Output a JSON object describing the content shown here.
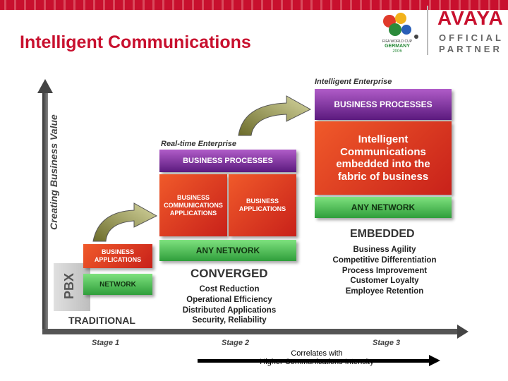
{
  "header": {
    "title": "Intelligent Communications",
    "brand": "AVAYA",
    "partner_line1": "OFFICIAL",
    "partner_line2": "PARTNER",
    "event_line1": "FIFA WORLD CUP",
    "event_line2": "GERMANY",
    "event_year": "2006"
  },
  "colors": {
    "accent": "#c8102e",
    "red_box": "#e0401f",
    "green_box": "#3fae4a",
    "purple_box": "#7a2a9c"
  },
  "axis": {
    "y_label": "Creating Business Value",
    "stages": [
      "Stage 1",
      "Stage 2",
      "Stage 3"
    ],
    "pbx": "PBX"
  },
  "traditional": {
    "apps": "BUSINESS APPLICATIONS",
    "network": "NETWORK",
    "label": "TRADITIONAL"
  },
  "converged": {
    "enterprise": "Real-time Enterprise",
    "processes": "BUSINESS PROCESSES",
    "comm_apps": "BUSINESS COMMUNICATIONS APPLICATIONS",
    "biz_apps": "BUSINESS APPLICATIONS",
    "network": "ANY NETWORK",
    "label": "CONVERGED",
    "benefits": [
      "Cost Reduction",
      "Operational Efficiency",
      "Distributed Applications",
      "Security, Reliability"
    ]
  },
  "embedded": {
    "enterprise": "Intelligent Enterprise",
    "processes": "BUSINESS PROCESSES",
    "core": "Intelligent Communications embedded into the fabric of business",
    "network": "ANY NETWORK",
    "label": "EMBEDDED",
    "benefits": [
      "Business Agility",
      "Competitive Differentiation",
      "Process Improvement",
      "Customer Loyalty",
      "Employee Retention"
    ]
  },
  "footer": {
    "correlates_line1": "Correlates with",
    "correlates_line2": "Higher Communications Intensity"
  }
}
